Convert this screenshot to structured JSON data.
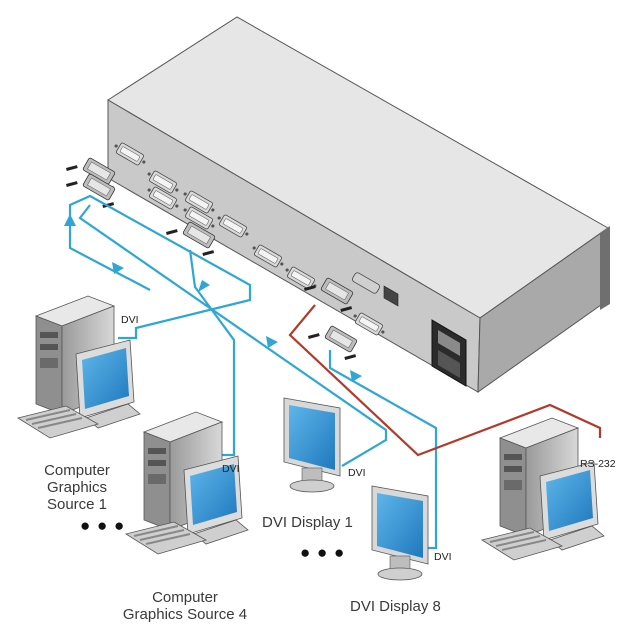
{
  "diagram": {
    "dots": "● ● ●",
    "labels": {
      "source1": [
        "Computer",
        "Graphics",
        "Source 1"
      ],
      "source4": [
        "Computer",
        "Graphics Source 4"
      ],
      "display1": "DVI Display 1",
      "display8": "DVI Display 8",
      "dvi": "DVI",
      "rs232": "RS-232"
    },
    "colors": {
      "dvi_cable": "#2ea6d6",
      "rs232_cable": "#b33a2a",
      "chassis_top": "#e6e6e6",
      "chassis_back": "#c9c9c9",
      "screen": "#2b8fd0"
    }
  }
}
